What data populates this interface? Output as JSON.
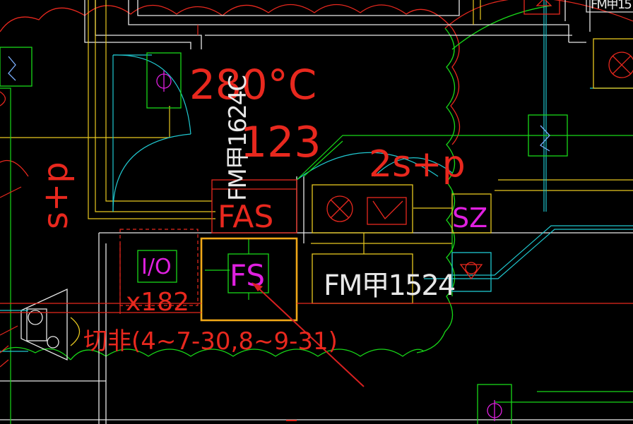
{
  "colors": {
    "background": "#000000",
    "red": "#e8281e",
    "green": "#18d818",
    "white": "#e8e8e8",
    "yellow": "#e8c820",
    "magenta": "#e020e0",
    "cyan": "#20c8d0",
    "selection": "#f0a818",
    "leader": "#d82020"
  },
  "labels": {
    "temperature": "280°C",
    "door_vertical": "FM甲1624C",
    "number_123": "123",
    "duct_left": "s+p",
    "duct_right": "2s+p",
    "fas": "FAS",
    "sz": "SZ",
    "io": "I/O",
    "fs": "FS",
    "x182": "x182",
    "door_lower": "FM甲1524",
    "note": "切非(4~7-30,8~9-31)",
    "top_right_fragment": "FM甲15"
  },
  "icons": {
    "damper_symbols": [
      "circle-x-icon",
      "circle-x-icon"
    ],
    "fan_symbol": "valve-icon",
    "speaker_symbols": [
      "speaker-icon",
      "speaker-icon"
    ],
    "phi_symbols": [
      "phi-icon",
      "phi-icon"
    ]
  }
}
